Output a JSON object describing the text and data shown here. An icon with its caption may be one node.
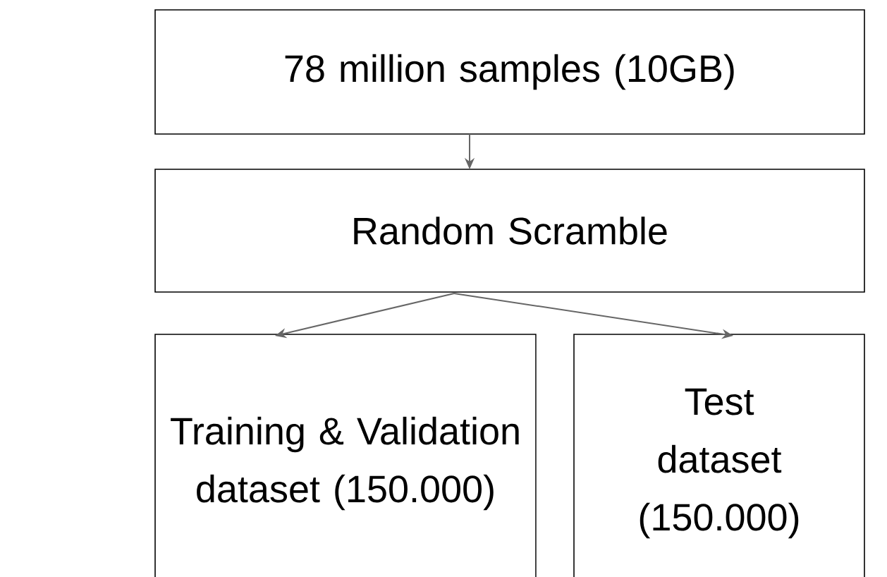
{
  "diagram": {
    "nodes": [
      {
        "text": [
          "78 million samples (10GB)"
        ]
      },
      {
        "text": [
          "Random Scramble"
        ]
      },
      {
        "text": [
          "Training & Validation dataset (150.000)"
        ]
      },
      {
        "text": [
          "Test dataset (150.000)"
        ]
      }
    ],
    "edges": [
      {
        "from": 0,
        "to": 1,
        "arrow": "to"
      },
      {
        "from": 1,
        "to": 2,
        "arrow": "to"
      },
      {
        "from": 1,
        "to": 3,
        "arrow": "to"
      }
    ]
  }
}
